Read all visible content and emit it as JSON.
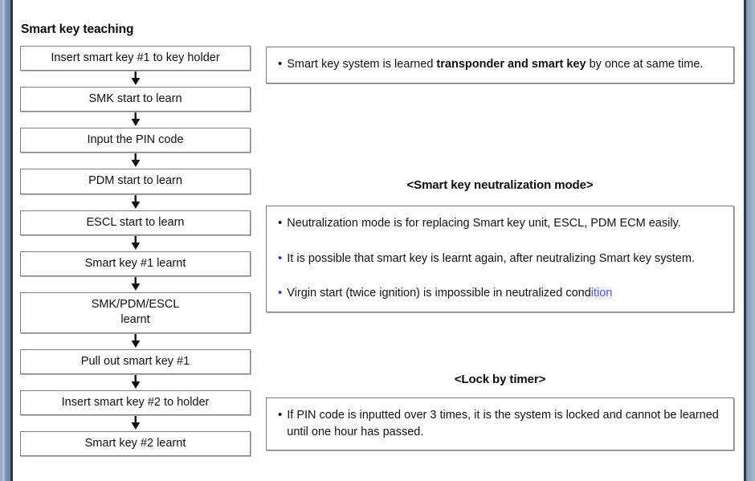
{
  "page": {
    "title": "Smart key teaching",
    "accent_strip_color": "#8ea7c2",
    "rule_color": "#2b3a4a"
  },
  "flowchart": {
    "name": "smart-key-teaching-flow",
    "arrow_icon": "arrow-down-icon",
    "steps": [
      {
        "label": "Insert smart key #1 to key holder"
      },
      {
        "label": "SMK start to learn"
      },
      {
        "label": "Input the PIN code"
      },
      {
        "label": "PDM start to learn"
      },
      {
        "label": "ESCL start to learn"
      },
      {
        "label": "Smart key #1 learnt"
      },
      {
        "label": "SMK/PDM/ESCL",
        "label2": "learnt",
        "two_line": true
      },
      {
        "label": "Pull out smart key #1"
      },
      {
        "label": "Insert smart key #2 to holder"
      },
      {
        "label": "Smart key #2 learnt"
      }
    ]
  },
  "notes": {
    "intro": {
      "bullets": [
        {
          "dot_color": "black",
          "pre": "Smart key system is learned ",
          "bold": "transponder and smart key",
          "post": " by once at same  time."
        }
      ]
    },
    "neutralization": {
      "heading": "<Smart key neutralization mode>",
      "bullets": [
        {
          "dot_color": "black",
          "text": "Neutralization mode is for replacing Smart key unit, ESCL, PDM ECM easily."
        },
        {
          "dot_color": "violet",
          "text": "It is possible that smart key is learnt again, after neutralizing Smart key system."
        },
        {
          "dot_color": "violet",
          "pre": "Virgin start (twice ignition) is impossible in neutralized cond",
          "highlight": "ition",
          "highlight_color": "#5a5ad4"
        }
      ]
    },
    "lock_by_timer": {
      "heading": "<Lock by timer>",
      "bullets": [
        {
          "dot_color": "black",
          "text": "If PIN code is inputted over 3 times, it is the system is locked and cannot be learned until one hour has passed."
        }
      ]
    }
  }
}
